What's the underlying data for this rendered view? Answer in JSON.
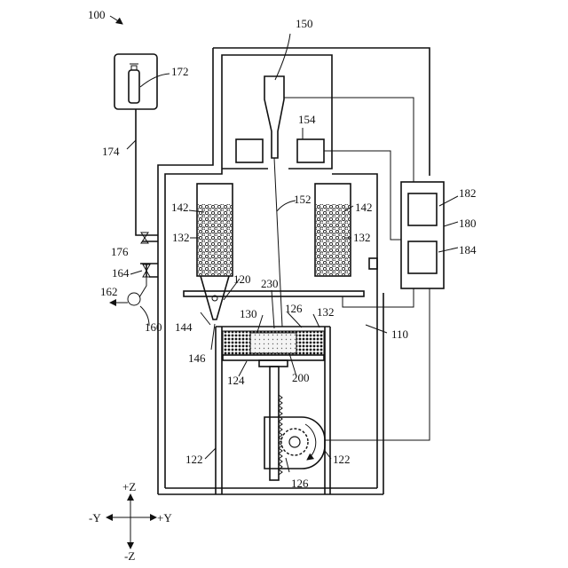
{
  "figure_ref": "100",
  "labels": {
    "l150": "150",
    "l172": "172",
    "l174": "174",
    "l154": "154",
    "l152": "152",
    "l142a": "142",
    "l142b": "142",
    "l182": "182",
    "l180": "180",
    "l176": "176",
    "l132a": "132",
    "l132b": "132",
    "l184": "184",
    "l164": "164",
    "l162": "162",
    "l120": "120",
    "l230": "230",
    "l126a": "126",
    "l132c": "132",
    "l160": "160",
    "l144": "144",
    "l130": "130",
    "l110": "110",
    "l146": "146",
    "l124": "124",
    "l200": "200",
    "l122a": "122",
    "l122b": "122",
    "l126b": "126"
  },
  "axes": {
    "pz": "+Z",
    "nz": "-Z",
    "py": "+Y",
    "ny": "-Y"
  }
}
